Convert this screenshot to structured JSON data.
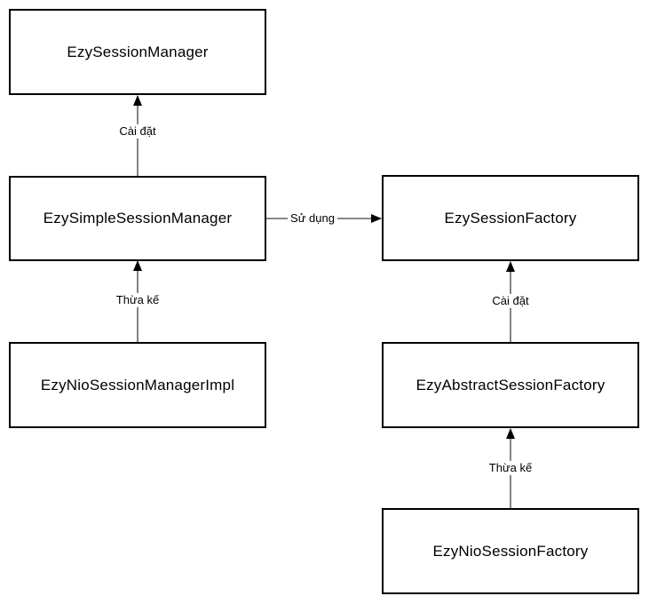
{
  "diagram": {
    "nodes": [
      {
        "id": "EzySessionManager",
        "label": "EzySessionManager"
      },
      {
        "id": "EzySimpleSessionManager",
        "label": "EzySimpleSessionManager"
      },
      {
        "id": "EzyNioSessionManagerImpl",
        "label": "EzyNioSessionManagerImpl"
      },
      {
        "id": "EzySessionFactory",
        "label": "EzySessionFactory"
      },
      {
        "id": "EzyAbstractSessionFactory",
        "label": "EzyAbstractSessionFactory"
      },
      {
        "id": "EzyNioSessionFactory",
        "label": "EzyNioSessionFactory"
      }
    ],
    "edges": [
      {
        "from": "EzySimpleSessionManager",
        "to": "EzySessionManager",
        "label": "Cài đặt"
      },
      {
        "from": "EzyNioSessionManagerImpl",
        "to": "EzySimpleSessionManager",
        "label": "Thừa kế"
      },
      {
        "from": "EzySimpleSessionManager",
        "to": "EzySessionFactory",
        "label": "Sử dụng"
      },
      {
        "from": "EzyAbstractSessionFactory",
        "to": "EzySessionFactory",
        "label": "Cài đặt"
      },
      {
        "from": "EzyNioSessionFactory",
        "to": "EzyAbstractSessionFactory",
        "label": "Thừa kế"
      }
    ],
    "colors": {
      "node_border": "#000000",
      "node_fill": "#ffffff",
      "line": "#404040",
      "text": "#000000",
      "background": "#ffffff"
    }
  }
}
